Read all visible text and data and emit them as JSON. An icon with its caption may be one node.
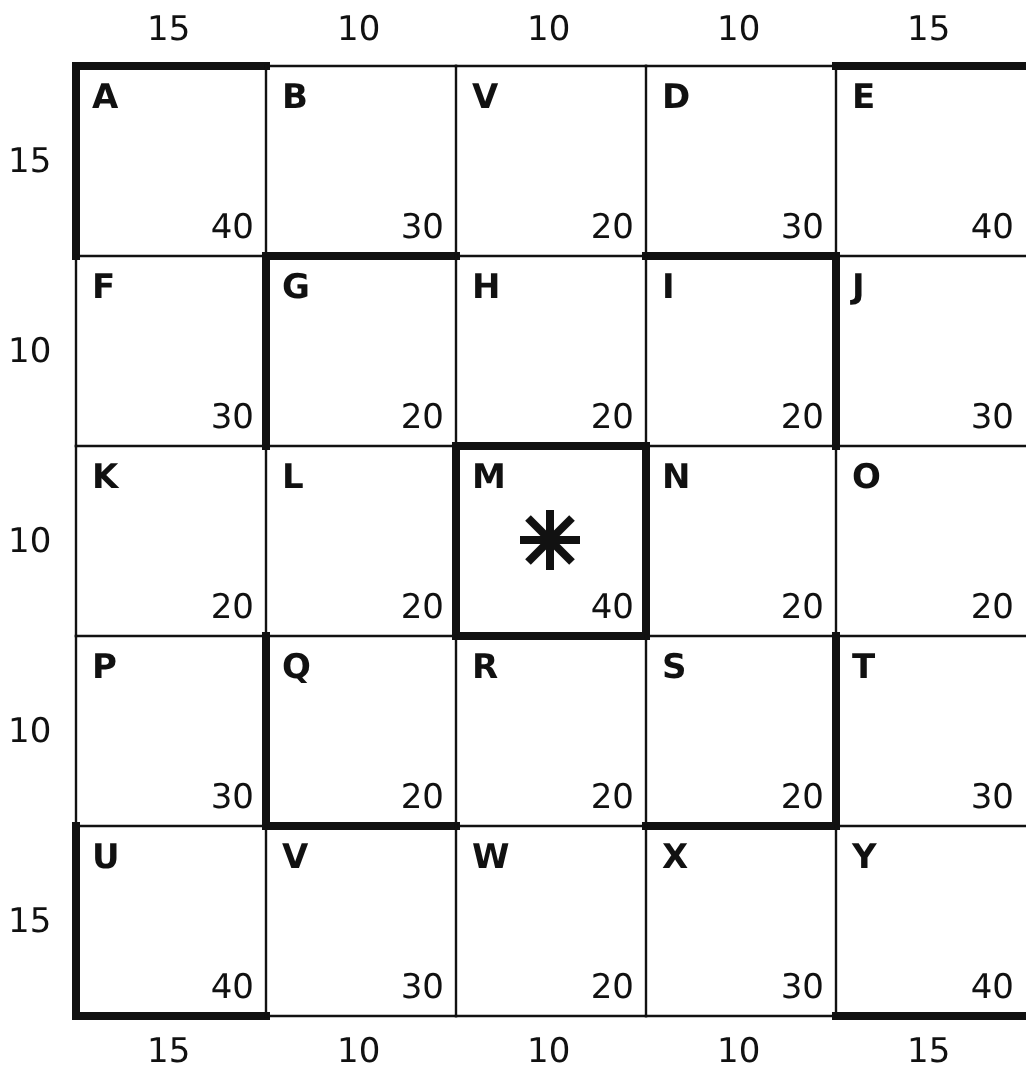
{
  "diagram": {
    "nodes": [
      {
        "text": [
          "A",
          "40"
        ]
      },
      {
        "text": [
          "B",
          "30"
        ]
      },
      {
        "text": [
          "V",
          "20"
        ]
      },
      {
        "text": [
          "D",
          "30"
        ]
      },
      {
        "text": [
          "E",
          "40"
        ]
      },
      {
        "text": [
          "F",
          "30"
        ]
      },
      {
        "text": [
          "G",
          "20"
        ]
      },
      {
        "text": [
          "H",
          "20"
        ]
      },
      {
        "text": [
          "I",
          "20"
        ]
      },
      {
        "text": [
          "J",
          "30"
        ]
      },
      {
        "text": [
          "K",
          "20"
        ]
      },
      {
        "text": [
          "L",
          "20"
        ]
      },
      {
        "text": [
          "M",
          "40"
        ]
      },
      {
        "text": [
          "N",
          "20"
        ]
      },
      {
        "text": [
          "O",
          "20"
        ]
      },
      {
        "text": [
          "P",
          "30"
        ]
      },
      {
        "text": [
          "Q",
          "20"
        ]
      },
      {
        "text": [
          "R",
          "20"
        ]
      },
      {
        "text": [
          "S",
          "20"
        ]
      },
      {
        "text": [
          "T",
          "30"
        ]
      },
      {
        "text": [
          "U",
          "40"
        ]
      },
      {
        "text": [
          "V",
          "30"
        ]
      },
      {
        "text": [
          "W",
          "20"
        ]
      },
      {
        "text": [
          "X",
          "30"
        ]
      },
      {
        "text": [
          "Y",
          "40"
        ]
      }
    ],
    "labels": [
      "15",
      "10",
      "10",
      "10",
      "15",
      "15",
      "10",
      "10",
      "10",
      "15",
      "15",
      "10",
      "10",
      "10",
      "15"
    ]
  }
}
